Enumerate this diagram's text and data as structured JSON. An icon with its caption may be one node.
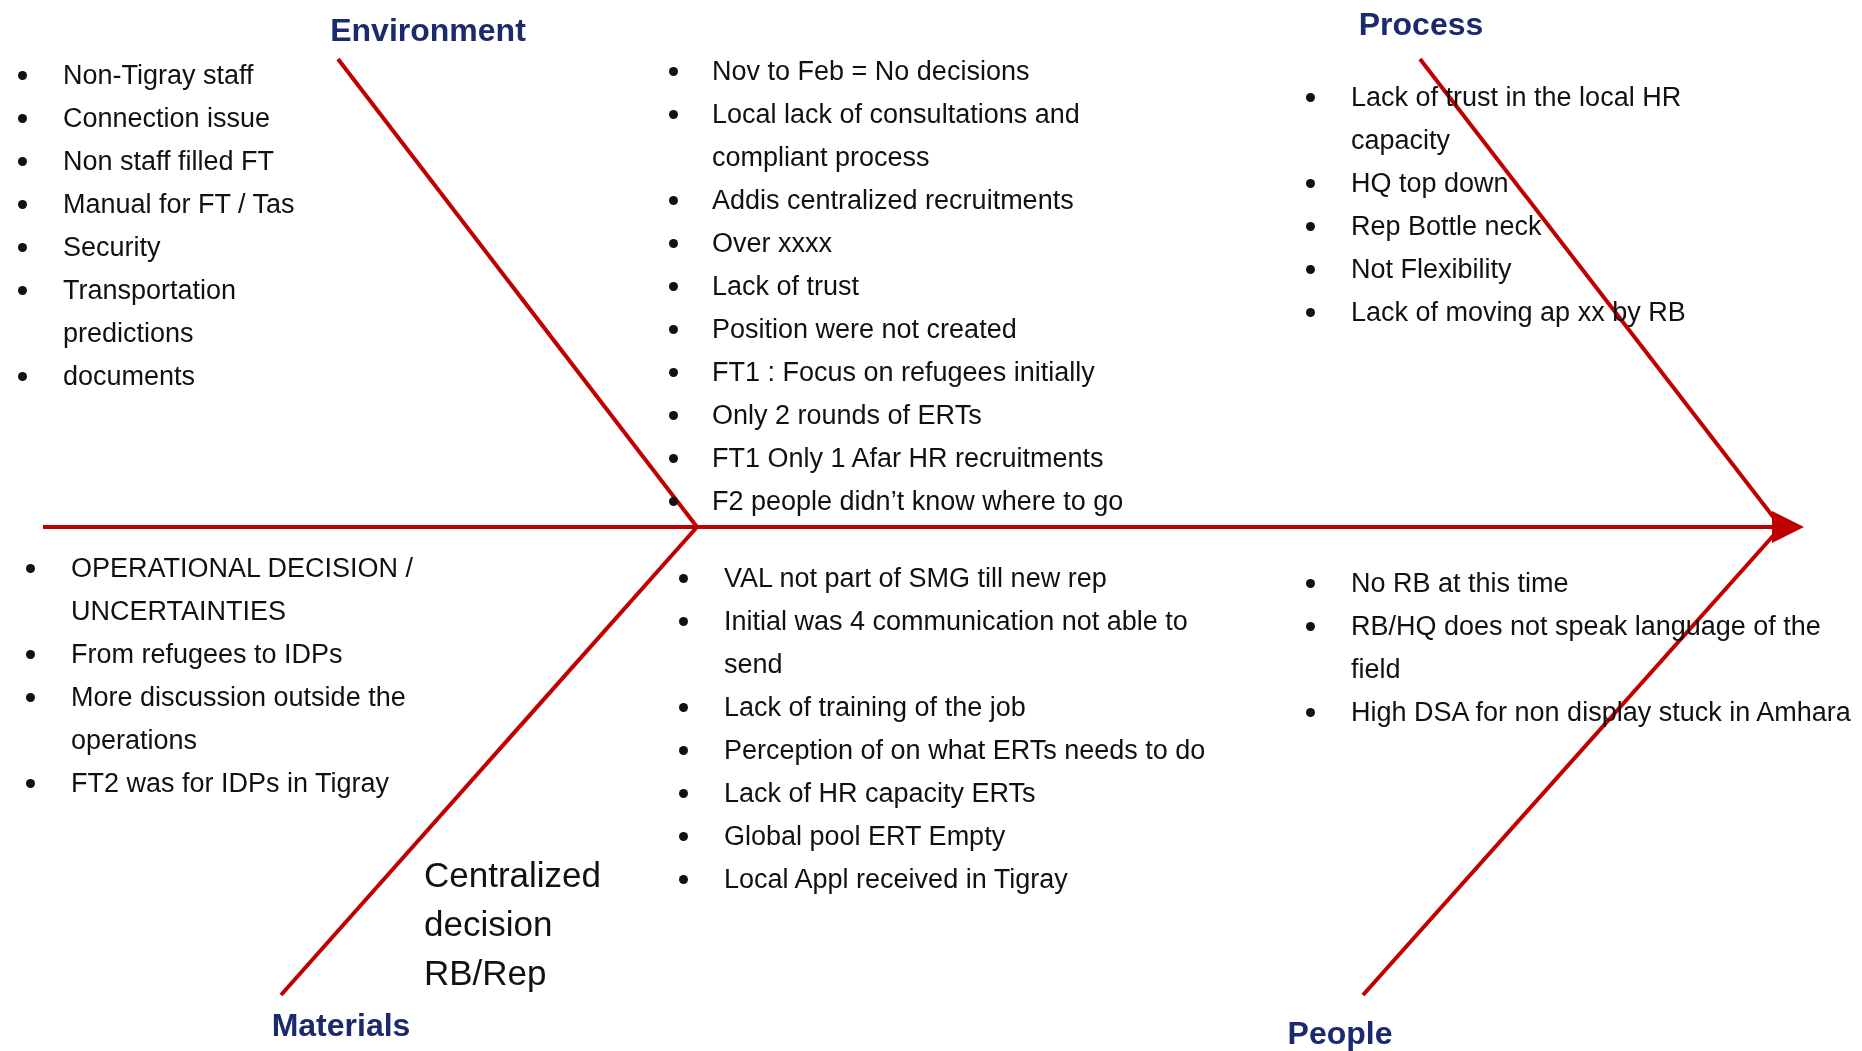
{
  "diagram": {
    "labels": [
      "Environment",
      "Process",
      "Non-Tigray staff",
      "Connection issue",
      "Non staff filled FT",
      "Manual for FT / Tas",
      "Security",
      "Transportation predictions",
      "documents",
      "Nov to Feb = No decisions",
      "Local lack of consultations and compliant process",
      "Addis centralized recruitments",
      "Over xxxx",
      "Lack of trust",
      "Position were not created",
      "FT1 : Focus on refugees initially",
      "Only 2 rounds of ERTs",
      "FT1 Only 1 Afar HR recruitments",
      "F2 people didn’t know where to go",
      "Lack of trust in the local HR capacity",
      "HQ top down",
      "Rep Bottle neck",
      "Not Flexibility",
      "Lack of moving ap xx by RB",
      "OPERATIONAL DECISION / UNCERTAINTIES",
      "From refugees to IDPs",
      "More discussion outside the operations",
      "FT2 was for IDPs in Tigray",
      "VAL not part of SMG till new rep",
      "Initial was 4 communication not able to send",
      "Lack of training of the job",
      "Perception of on what ERTs needs to do",
      "Lack of HR capacity ERTs",
      "Global pool ERT Empty",
      "Local Appl received in Tigray",
      "No RB at this time",
      "RB/HQ does not speak language of the field",
      "High DSA for non display stuck in Amhara",
      "Centralized decision RB/Rep",
      "Materials",
      "People"
    ]
  }
}
